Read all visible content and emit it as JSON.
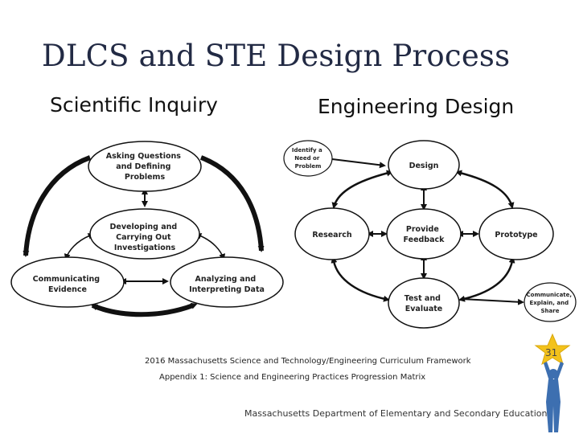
{
  "title": "DLCS and STE Design Process",
  "left_subtitle": "Scientific Inquiry",
  "right_subtitle": "Engineering Design",
  "inquiry": {
    "asking": [
      "Asking Questions",
      "and Defining",
      "Problems"
    ],
    "developing": [
      "Developing and",
      "Carrying Out",
      "Investigations"
    ],
    "communicating": [
      "Communicating",
      "Evidence"
    ],
    "analyzing": [
      "Analyzing and",
      "Interpreting Data"
    ]
  },
  "engineering": {
    "identify": [
      "Identify a",
      "Need or",
      "Problem"
    ],
    "design": [
      "Design"
    ],
    "research": [
      "Research"
    ],
    "feedback": [
      "Provide",
      "Feedback"
    ],
    "prototype": [
      "Prototype"
    ],
    "test": [
      "Test and",
      "Evaluate"
    ],
    "communicate": [
      "Communicate,",
      "Explain, and",
      "Share"
    ]
  },
  "citation_line1": "2016 Massachusetts Science and Technology/Engineering Curriculum Framework",
  "citation_line2": "Appendix 1: Science and Engineering Practices Progression Matrix",
  "footer": "Massachusetts Department of Elementary and Secondary Education",
  "page_number": "31",
  "logo_icon": "person-raising-star-icon",
  "colors": {
    "title": "#222a44",
    "star": "#f3c21b",
    "figure": "#3d6fb0"
  }
}
